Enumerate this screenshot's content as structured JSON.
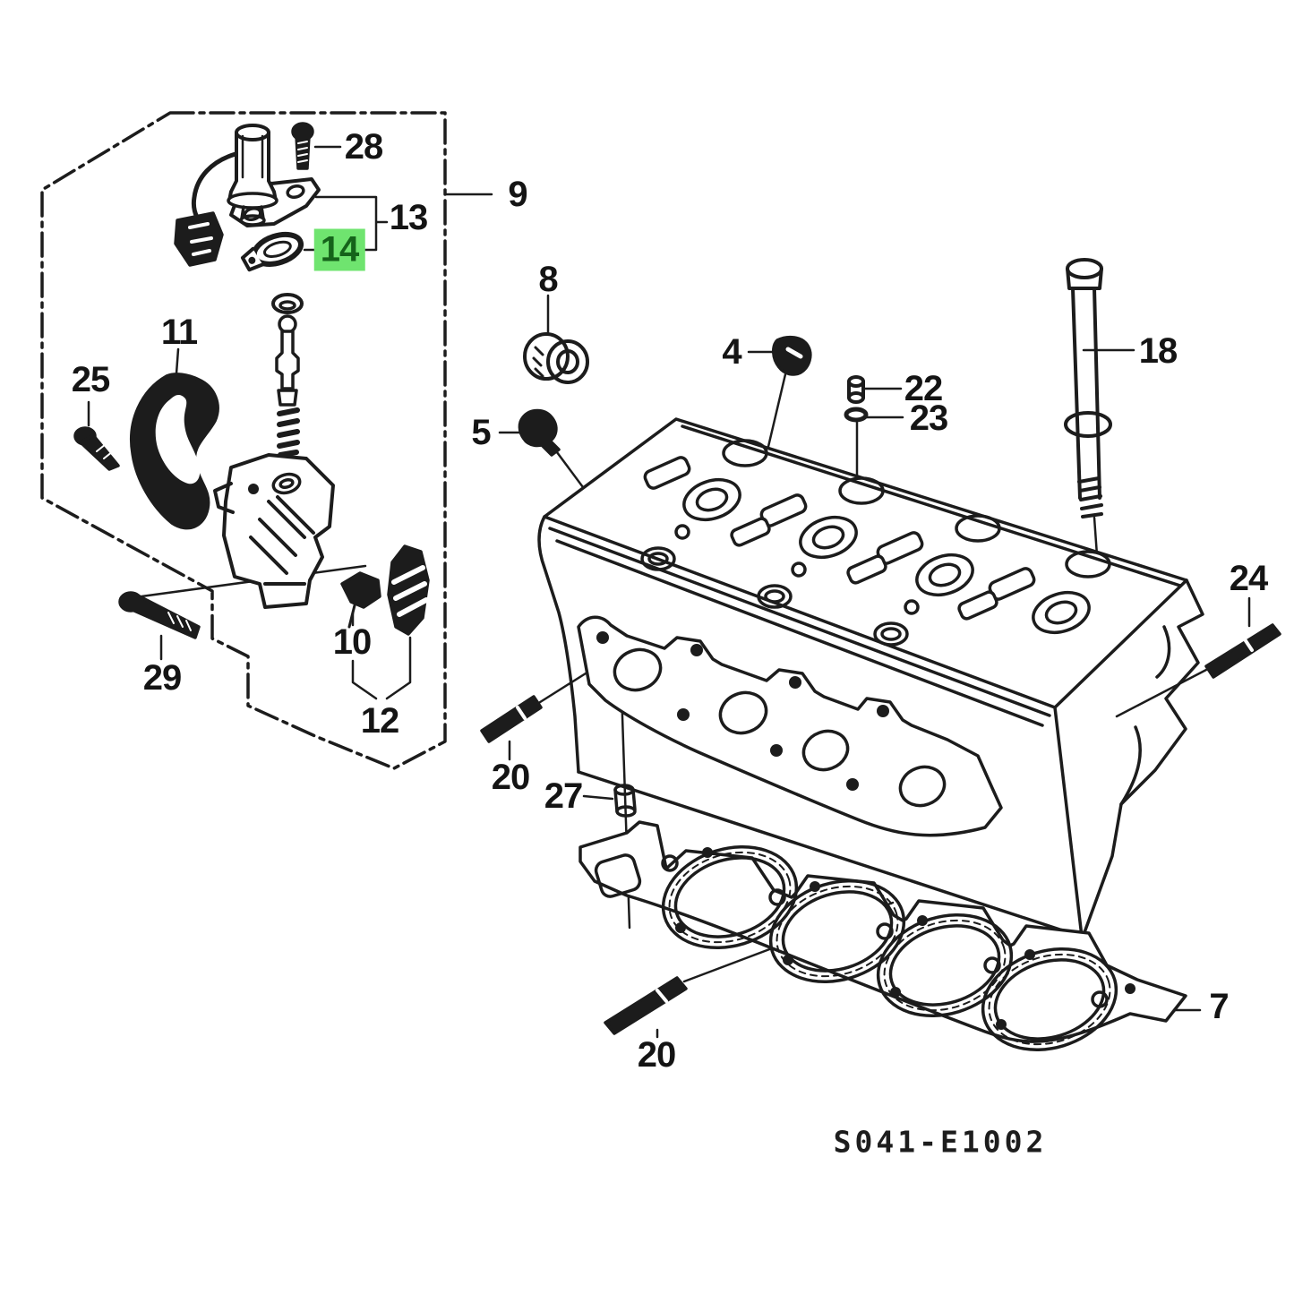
{
  "diagram": {
    "drawing_code": "S041-E1002",
    "highlighted_part": "14",
    "highlight_color": "#6fe46f",
    "ink_color": "#1c1c1c",
    "background_color": "#ffffff",
    "labels": {
      "l28": "28",
      "l9": "9",
      "l13": "13",
      "l14": "14",
      "l8": "8",
      "l11": "11",
      "l25": "25",
      "l4": "4",
      "l22": "22",
      "l23": "23",
      "l5": "5",
      "l18": "18",
      "l24": "24",
      "l29": "29",
      "l10": "10",
      "l12": "12",
      "l20a": "20",
      "l27": "27",
      "l20b": "20",
      "l7": "7"
    }
  }
}
